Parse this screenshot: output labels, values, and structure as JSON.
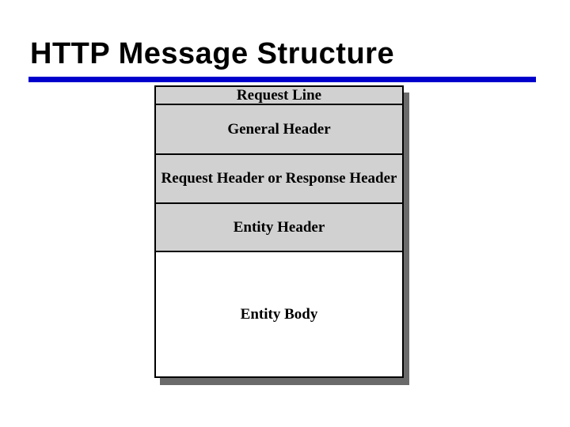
{
  "slide": {
    "title": "HTTP Message Structure"
  },
  "diagram": {
    "rows": [
      {
        "label": "Request Line",
        "shade": "gray"
      },
      {
        "label": "General Header",
        "shade": "gray"
      },
      {
        "label": "Request Header or Response Header",
        "shade": "gray"
      },
      {
        "label": "Entity Header",
        "shade": "gray"
      },
      {
        "label": "Entity Body",
        "shade": "white"
      }
    ]
  },
  "colors": {
    "title_text": "#000000",
    "title_rule_blue": "#0000CC",
    "row_fill_gray": "#D1D1D1",
    "row_fill_white": "#FFFFFF",
    "border_black": "#000000",
    "drop_shadow_gray": "#6B6B6B",
    "background": "#FFFFFF"
  }
}
